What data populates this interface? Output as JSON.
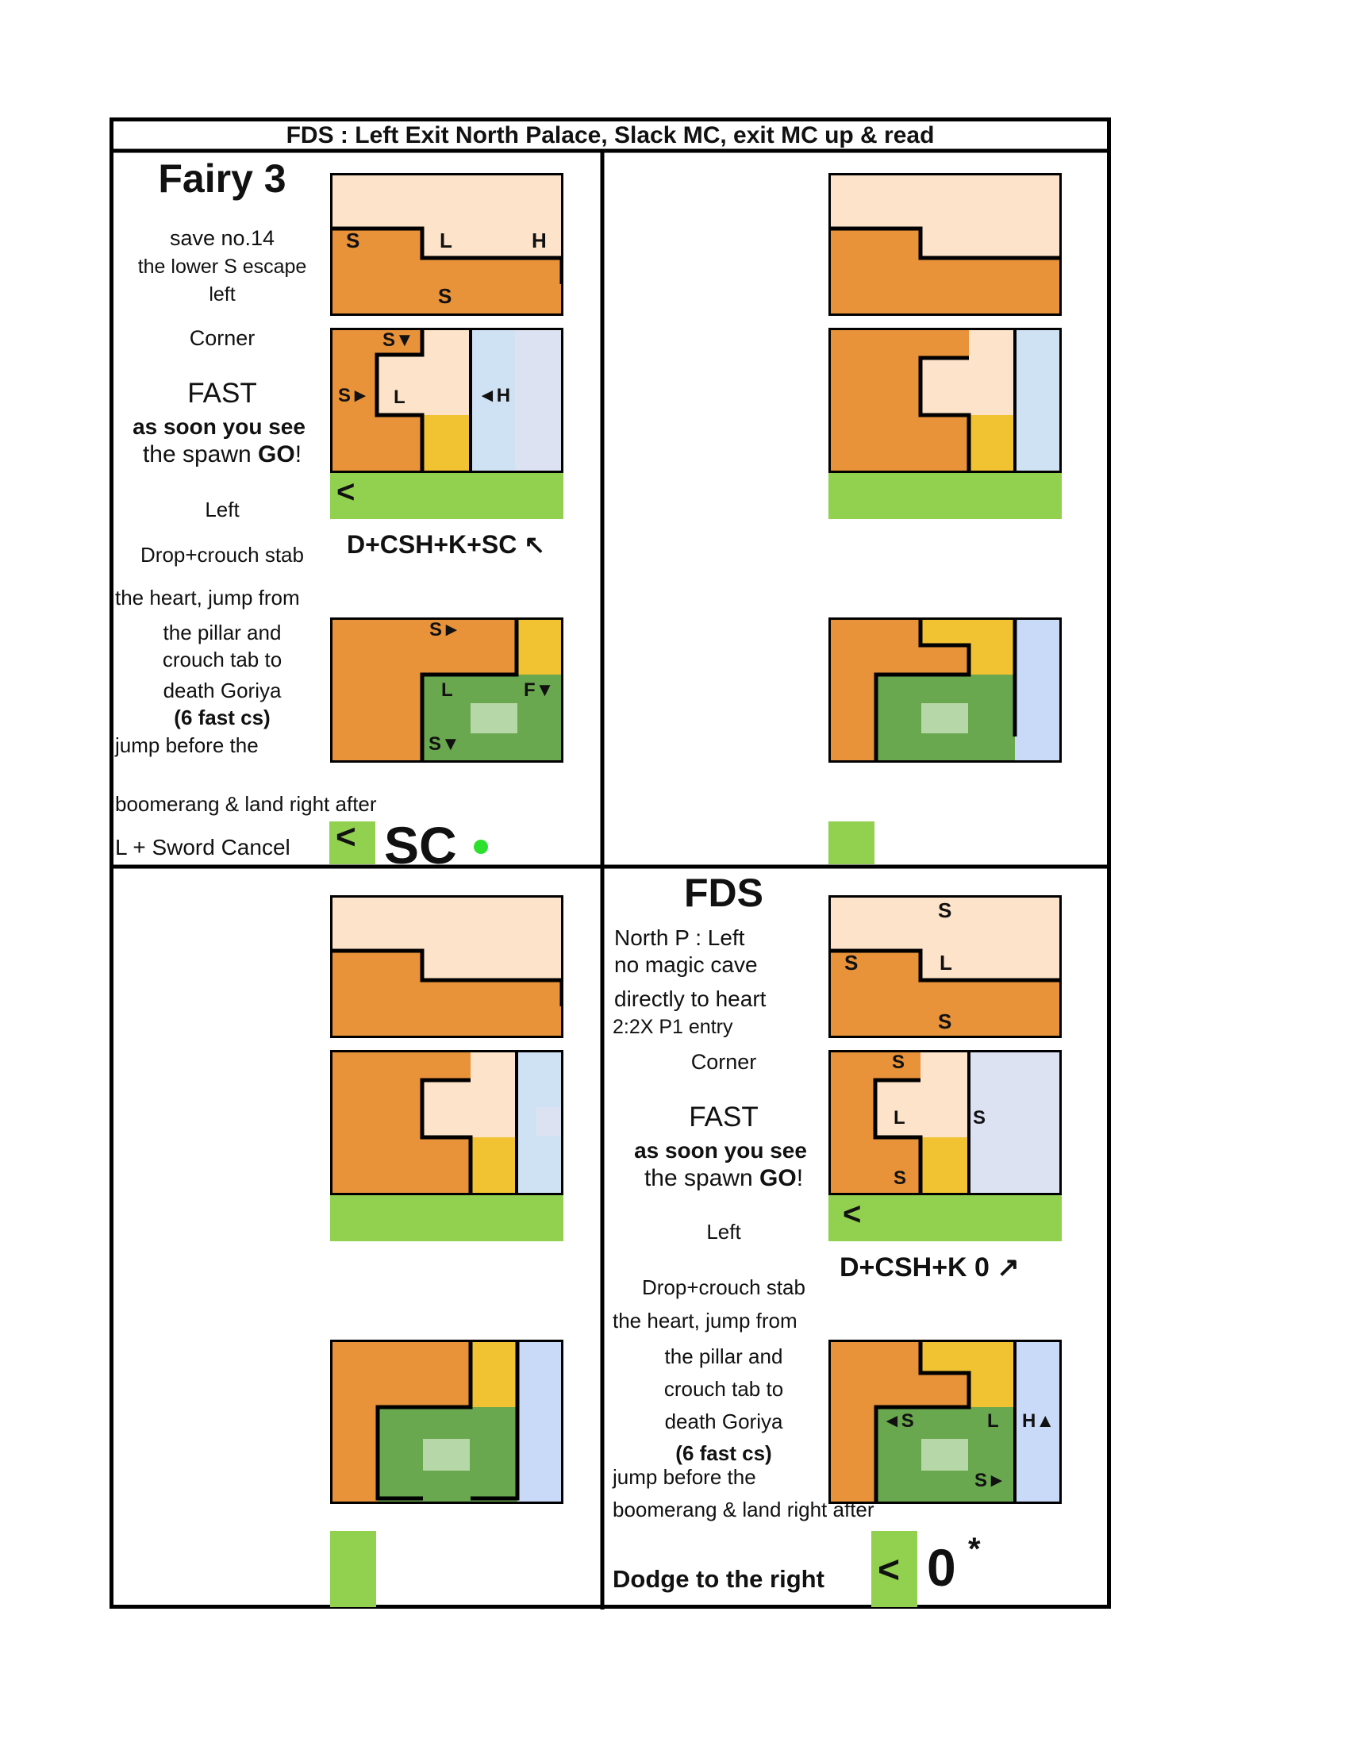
{
  "header": {
    "title": "FDS : Left Exit North Palace, Slack MC, exit MC up & read"
  },
  "colors": {
    "peach": "#fde3c9",
    "orange": "#e8923a",
    "yellow": "#f1c232",
    "lightblue": "#cfe2f3",
    "lavender": "#dde2f2",
    "blue": "#c9daf8",
    "green": "#92d050",
    "darkgreen": "#6aa84f",
    "palegreen": "#b6d7a8",
    "dot": "#2ee02e"
  },
  "q1": {
    "title": "Fairy 3",
    "save": "save no.14",
    "note1": "the lower S escape",
    "note2": "left",
    "corner": "Corner",
    "fast": "FAST",
    "see": "as soon you see",
    "spawn": "the spawn",
    "go": "GO",
    "bang": "!",
    "left": "Left",
    "stab": "Drop+crouch stab",
    "heart": "the heart, jump from",
    "pillar": "the pillar and",
    "crouch": "crouch tab to",
    "goriya": "death Goriya",
    "fastcs": "(6 fast cs)",
    "jump": "jump before the",
    "boomer": "boomerang & land right after",
    "cancel": "L + Sword Cancel",
    "arrow": "<",
    "sc": "SC",
    "combo": "D+CSH+K+SC ↖",
    "r1": {
      "s1": "S",
      "l": "L",
      "h": "H",
      "s2": "S"
    },
    "r2": {
      "sdown": "S▼",
      "sright": "S►",
      "l": "L",
      "hleft": "◄H"
    },
    "grid_arrow": "<",
    "r3": {
      "sright": "S►",
      "l": "L",
      "fdown": "F▼",
      "sdown": "S▼"
    }
  },
  "q4": {
    "title": "FDS",
    "north": "North P : Left",
    "nomagic": "no magic cave",
    "direct": "directly to heart",
    "entry": "2:2X P1 entry",
    "corner": "Corner",
    "fast": "FAST",
    "see": "as soon you see",
    "spawn": "the spawn",
    "go": "GO",
    "bang": "!",
    "left": "Left",
    "stab": "Drop+crouch stab",
    "heart": "the heart, jump from",
    "pillar": "the pillar and",
    "crouch": "crouch tab to",
    "goriya": "death Goriya",
    "fastcs": "(6 fast cs)",
    "jump": "jump before the",
    "boomer": "boomerang & land right after",
    "dodge": "Dodge to the right",
    "arrow": "<",
    "zero": "0",
    "star": "*",
    "combo": "D+CSH+K 0 ↗",
    "r1": {
      "stop": "S",
      "sleft": "S",
      "l": "L",
      "sbot": "S"
    },
    "r2": {
      "stop": "S",
      "l": "L",
      "sright": "S",
      "sbot": "S"
    },
    "grid_arrow": "<",
    "r3": {
      "sleft": "◄S",
      "l": "L",
      "hup": "H▲",
      "sright": "S►"
    }
  }
}
